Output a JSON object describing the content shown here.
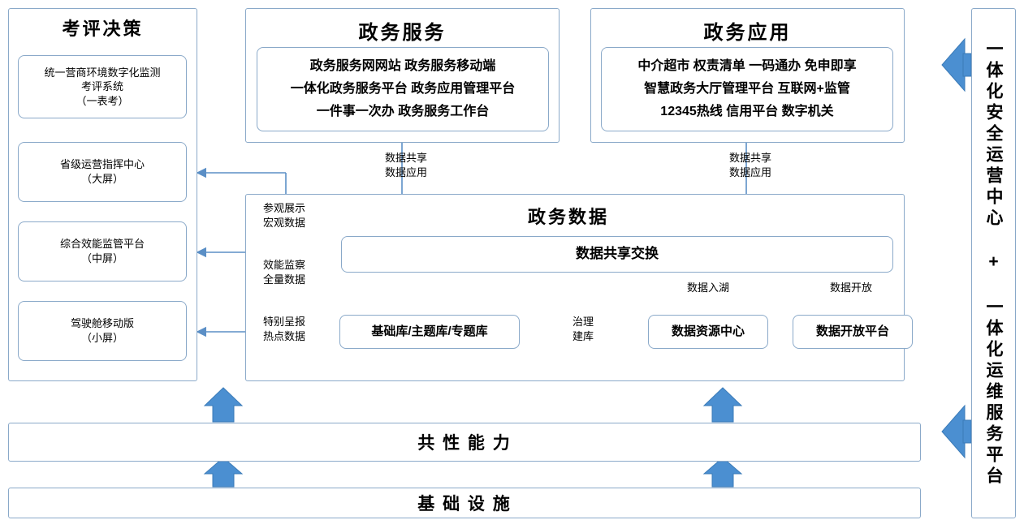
{
  "left_panel": {
    "title": "考评决策",
    "items": [
      {
        "lines": [
          "统一营商环境数字化监测",
          "考评系统",
          "（一表考）"
        ]
      },
      {
        "lines": [
          "省级运营指挥中心",
          "（大屏）"
        ]
      },
      {
        "lines": [
          "综合效能监管平台",
          "（中屏）"
        ]
      },
      {
        "lines": [
          "驾驶舱移动版",
          "（小屏）"
        ]
      }
    ]
  },
  "service_panel": {
    "title": "政务服务",
    "lines": [
      "政务服务网网站 政务服务移动端",
      "一体化政务服务平台 政务应用管理平台",
      "一件事一次办 政务服务工作台"
    ]
  },
  "application_panel": {
    "title": "政务应用",
    "lines": [
      "中介超市 权责清单 一码通办 免申即享",
      "智慧政务大厅管理平台 互联网+监管",
      "12345热线 信用平台 数字机关"
    ]
  },
  "data_panel": {
    "title": "政务数据",
    "exchange_box": "数据共享交换",
    "boxes": {
      "library": "基础库/主题库/专题库",
      "resource_center": "数据资源中心",
      "open_platform": "数据开放平台"
    }
  },
  "edge_labels": {
    "service_share": [
      "数据共享",
      "数据应用"
    ],
    "application_share": [
      "数据共享",
      "数据应用"
    ],
    "visit_macro": [
      "参观展示",
      "宏观数据"
    ],
    "efficiency_full": [
      "效能监察",
      "全量数据"
    ],
    "special_hot": [
      "特别呈报",
      "热点数据"
    ],
    "data_into_lake": "数据入湖",
    "data_open": "数据开放",
    "govern_build": [
      "治理",
      "建库"
    ]
  },
  "bottom_bars": {
    "common_capability": "共 性 能 力",
    "infrastructure": "基 础 设 施"
  },
  "right_panel": {
    "text": "一体化安全运营中心 + 一体化运维服务平台"
  },
  "colors": {
    "border": "#8aa9c9",
    "arrow_blue": "#4b8fd1",
    "line_blue": "#5b8fc6",
    "bar_border": "#8aa9c9"
  }
}
